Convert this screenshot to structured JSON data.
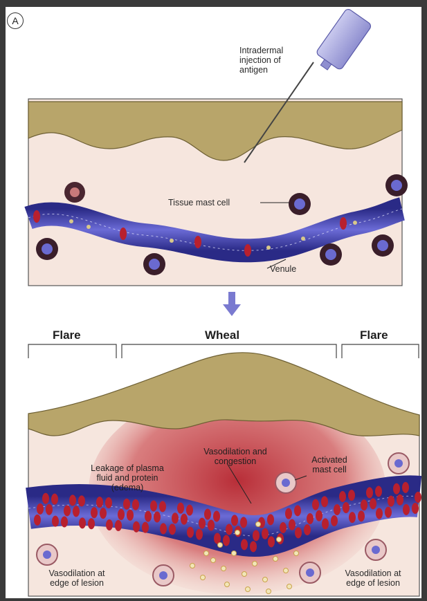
{
  "panel_letter": "A",
  "top": {
    "injection_label": [
      "Intradermal",
      "injection of",
      "antigen"
    ],
    "mast_cell_label": "Tissue mast cell",
    "venule_label": "Venule"
  },
  "bottom": {
    "headings": {
      "flare_left": "Flare",
      "wheal": "Wheal",
      "flare_right": "Flare"
    },
    "vasodilation_label": [
      "Vasodilation and",
      "congestion"
    ],
    "leakage_label": [
      "Leakage of plasma",
      "fluid and protein",
      "(edema)"
    ],
    "activated_label": [
      "Activated",
      "mast cell"
    ],
    "edge_left": [
      "Vasodilation at",
      "edge of lesion"
    ],
    "edge_right": [
      "Vasodilation at",
      "edge of lesion"
    ]
  },
  "colors": {
    "epidermis": "#b8a56a",
    "dermis": "#f6e6de",
    "vessel": "#3c3ca8",
    "rbc": "#b8202e",
    "mast_dark": "#4a2630",
    "edema": "#c23a44",
    "arrow": "#7a7ad0"
  }
}
